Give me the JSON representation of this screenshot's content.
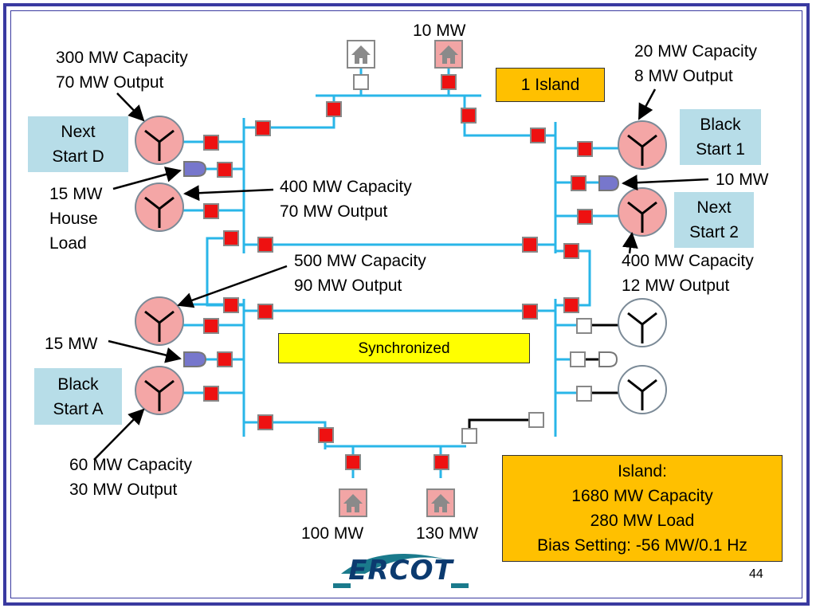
{
  "labels": {
    "gen_d_spec": [
      "300 MW Capacity",
      "70 MW Output"
    ],
    "top_load": "10 MW",
    "gen_b1_spec": [
      "20 MW Capacity",
      "8 MW Output"
    ],
    "right_load": "10 MW",
    "left_house_load": [
      "15 MW",
      "House",
      "Load"
    ],
    "gen_mid_left_spec": [
      "400 MW Capacity",
      "70 MW Output"
    ],
    "gen_sync_spec": [
      "500 MW Capacity",
      "90 MW Output"
    ],
    "gen_ns2_spec": [
      "400 MW Capacity",
      "12 MW Output"
    ],
    "left_load_15": "15 MW",
    "gen_a_spec": [
      "60 MW Capacity",
      "30 MW Output"
    ],
    "bottom_load_1": "100 MW",
    "bottom_load_2": "130 MW"
  },
  "boxes": {
    "next_start_d": [
      "Next",
      "Start D"
    ],
    "black_start_1": [
      "Black",
      "Start 1"
    ],
    "next_start_2": [
      "Next",
      "Start 2"
    ],
    "black_start_a": [
      "Black",
      "Start A"
    ],
    "one_island": "1 Island",
    "synchronized": "Synchronized",
    "island_summary": [
      "Island:",
      "1680 MW Capacity",
      "280 MW Load",
      "Bias Setting: -56 MW/0.1 Hz"
    ]
  },
  "page_number": "44",
  "logo_text": "ERCOT",
  "colors": {
    "bus": "#29b6e8",
    "breaker_closed": "#ee1111",
    "breaker_open": "#ffffff",
    "generator_energized": "#f4a6a6",
    "load_symbol": "#7777cc",
    "frame": "#3a3aa0",
    "label_box": "#b7dde8",
    "summary_box": "#ffc000",
    "sync_box": "#ffff00"
  }
}
